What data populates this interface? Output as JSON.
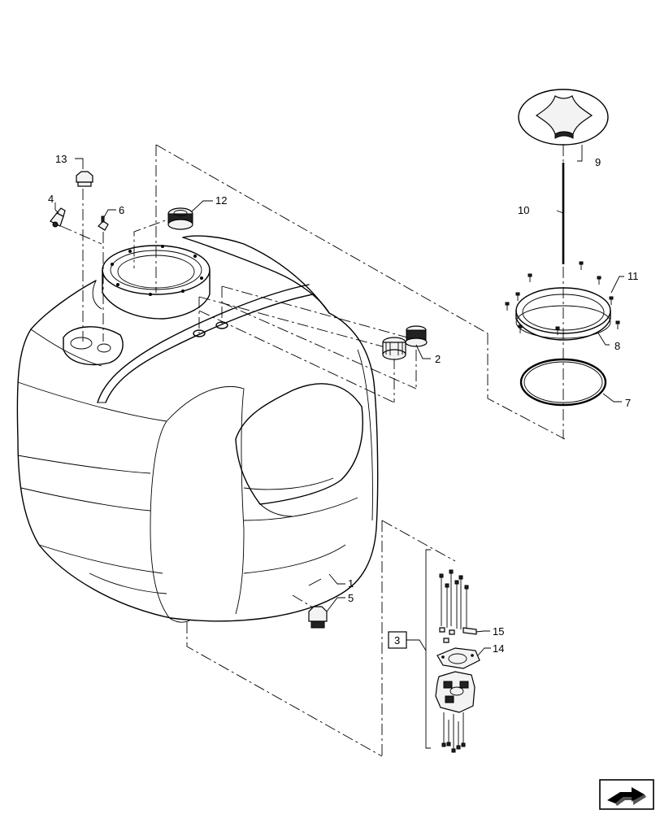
{
  "callouts": {
    "c1": "1",
    "c2": "2",
    "c3": "3",
    "c4": "4",
    "c5": "5",
    "c6": "6",
    "c7": "7",
    "c8": "8",
    "c9": "9",
    "c10": "10",
    "c11": "11",
    "c12": "12",
    "c13": "13",
    "c14": "14",
    "c15": "15"
  },
  "icons": {
    "nav": "next-page-arrow-icon"
  }
}
